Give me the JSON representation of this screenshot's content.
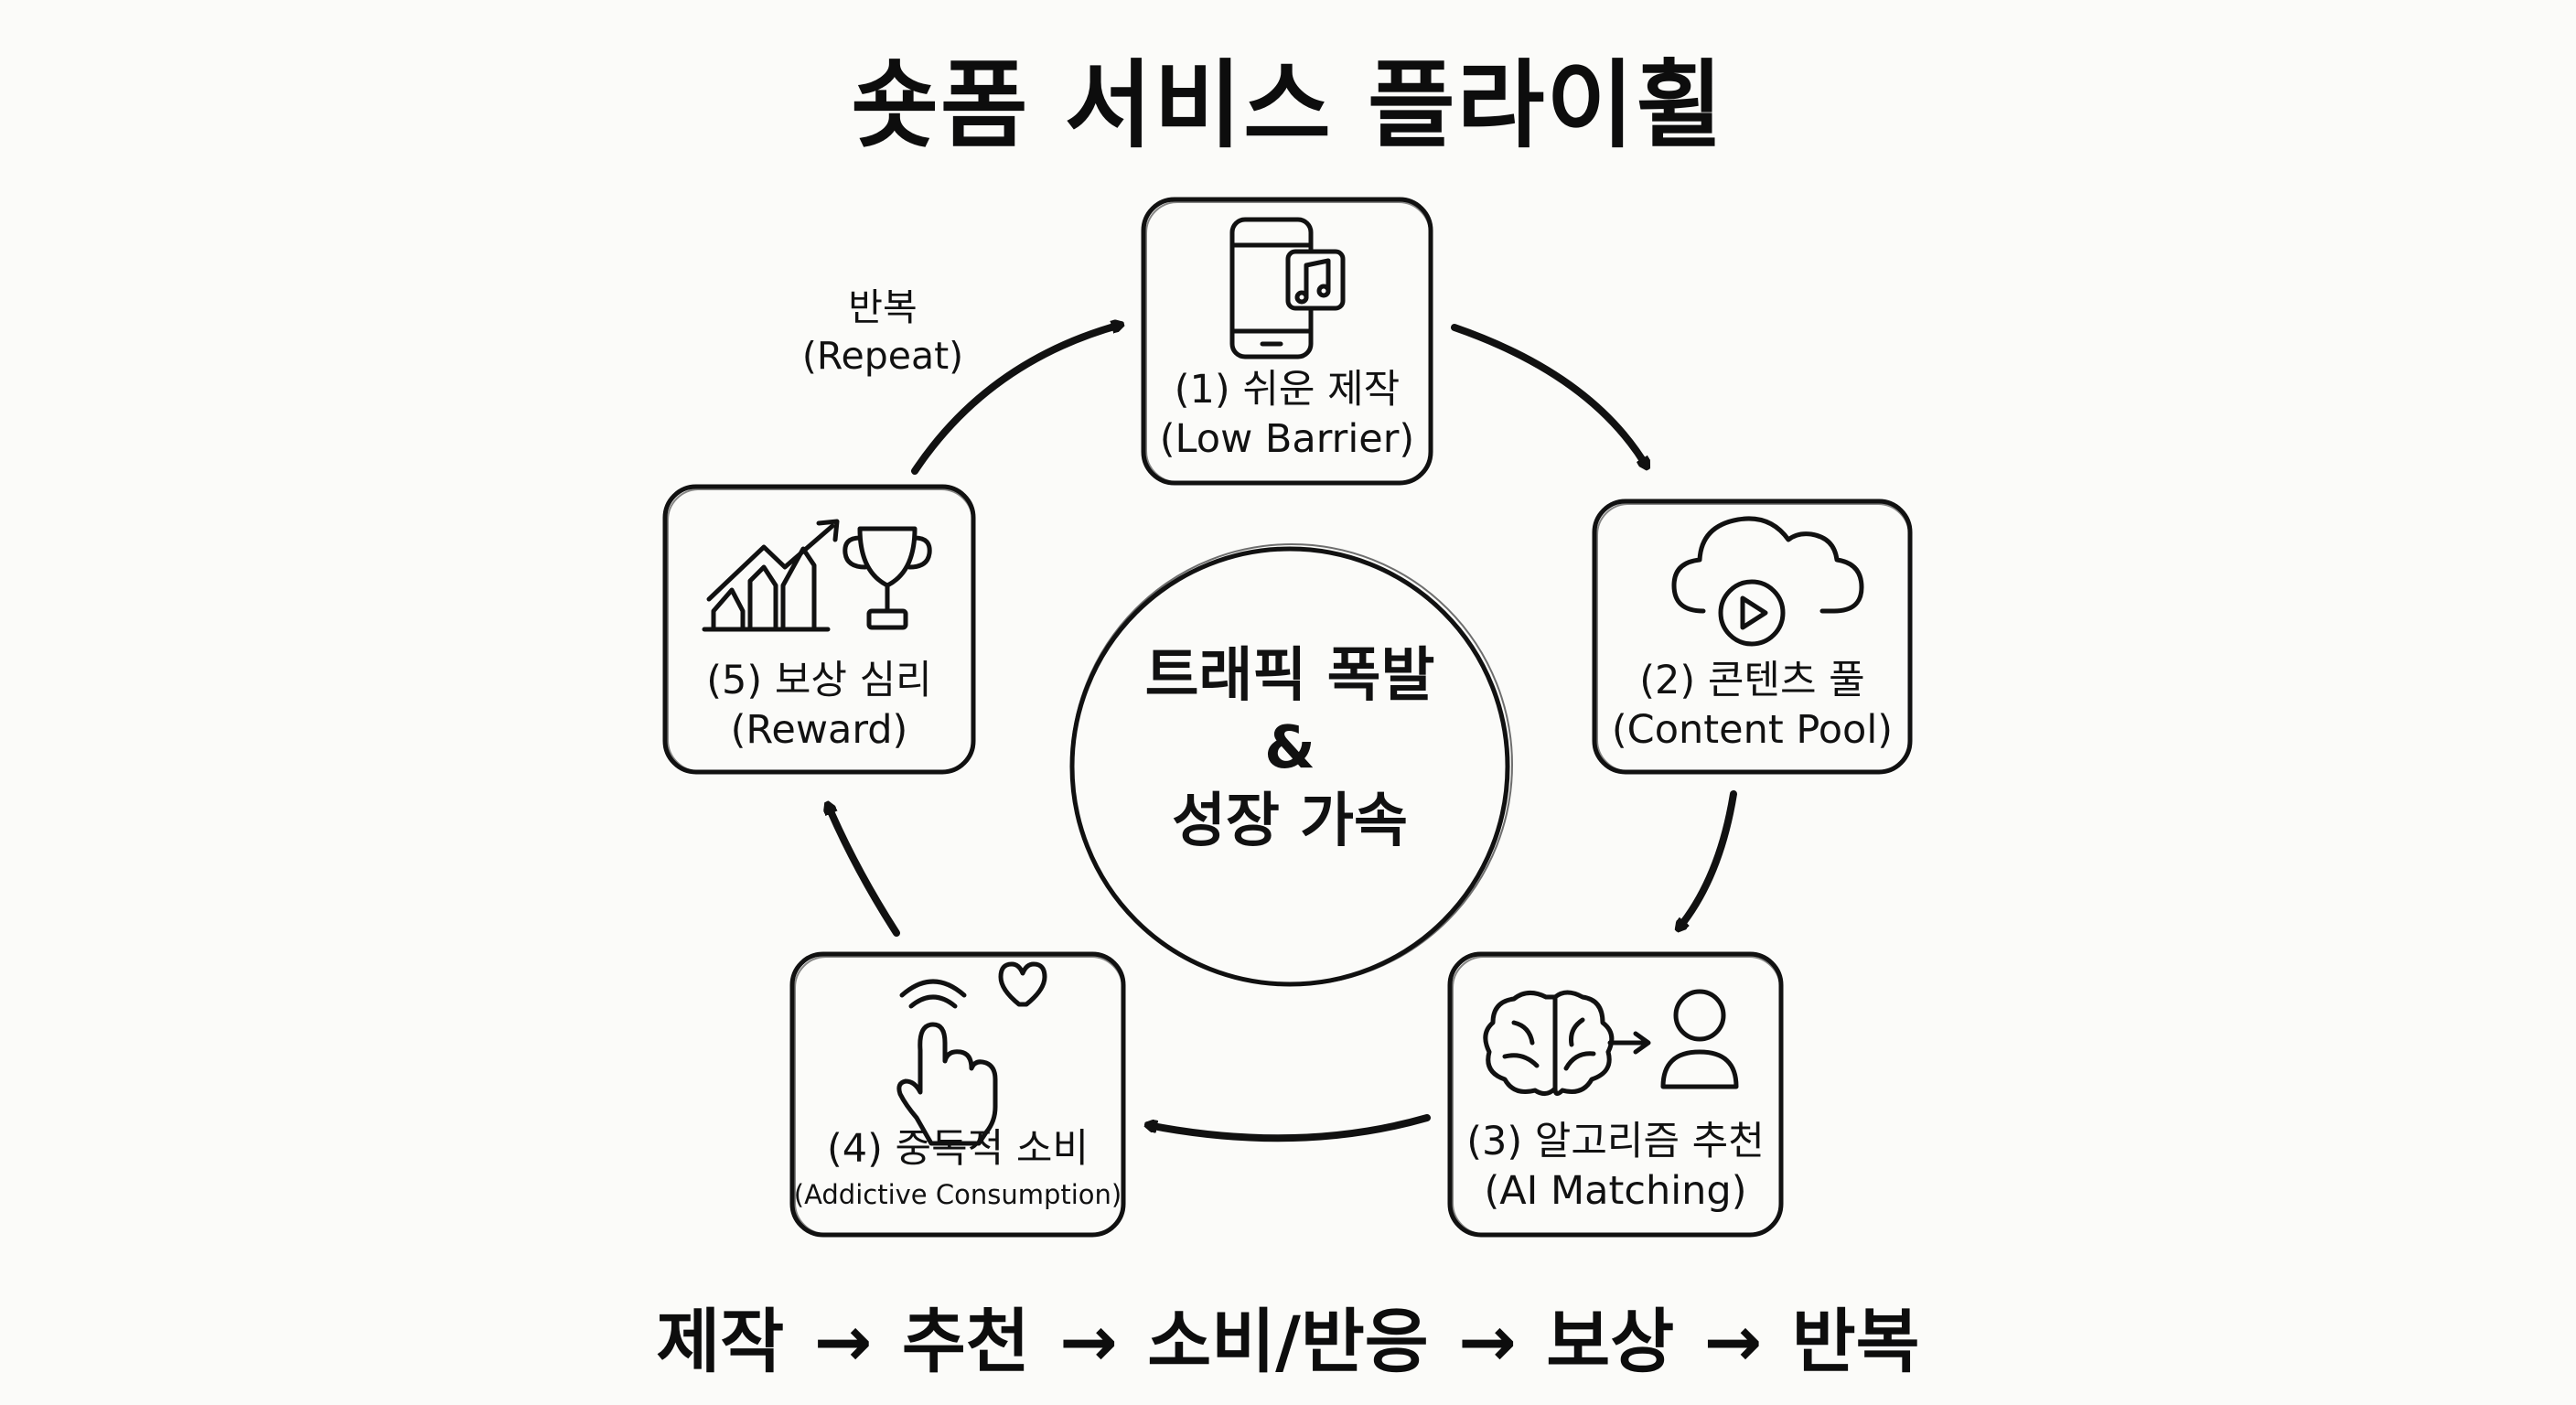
{
  "title": "숏폼 서비스 플라이휠",
  "center": {
    "line1": "트래픽 폭발",
    "line2": "&",
    "line3": "성장 가속"
  },
  "loop_label": {
    "ko": "반복",
    "en": "(Repeat)"
  },
  "nodes": [
    {
      "ko": "(1) 쉬운 제작",
      "en": "(Low Barrier)",
      "icon": "smartphone-music-icon"
    },
    {
      "ko": "(2) 콘텐츠 풀",
      "en": "(Content Pool)",
      "icon": "cloud-play-icon"
    },
    {
      "ko": "(3) 알고리즘 추천",
      "en": "(AI Matching)",
      "icon": "brain-to-user-icon"
    },
    {
      "ko": "(4) 중독적 소비",
      "en": "(Addictive Consumption)",
      "icon": "tap-heart-icon"
    },
    {
      "ko": "(5) 보상 심리",
      "en": "(Reward)",
      "icon": "growth-trophy-icon"
    }
  ],
  "flow_text": "제작 → 추천 → 소비/반응 → 보상 → 반복",
  "colors": {
    "ink": "#111111",
    "background": "#fbfbf9"
  }
}
